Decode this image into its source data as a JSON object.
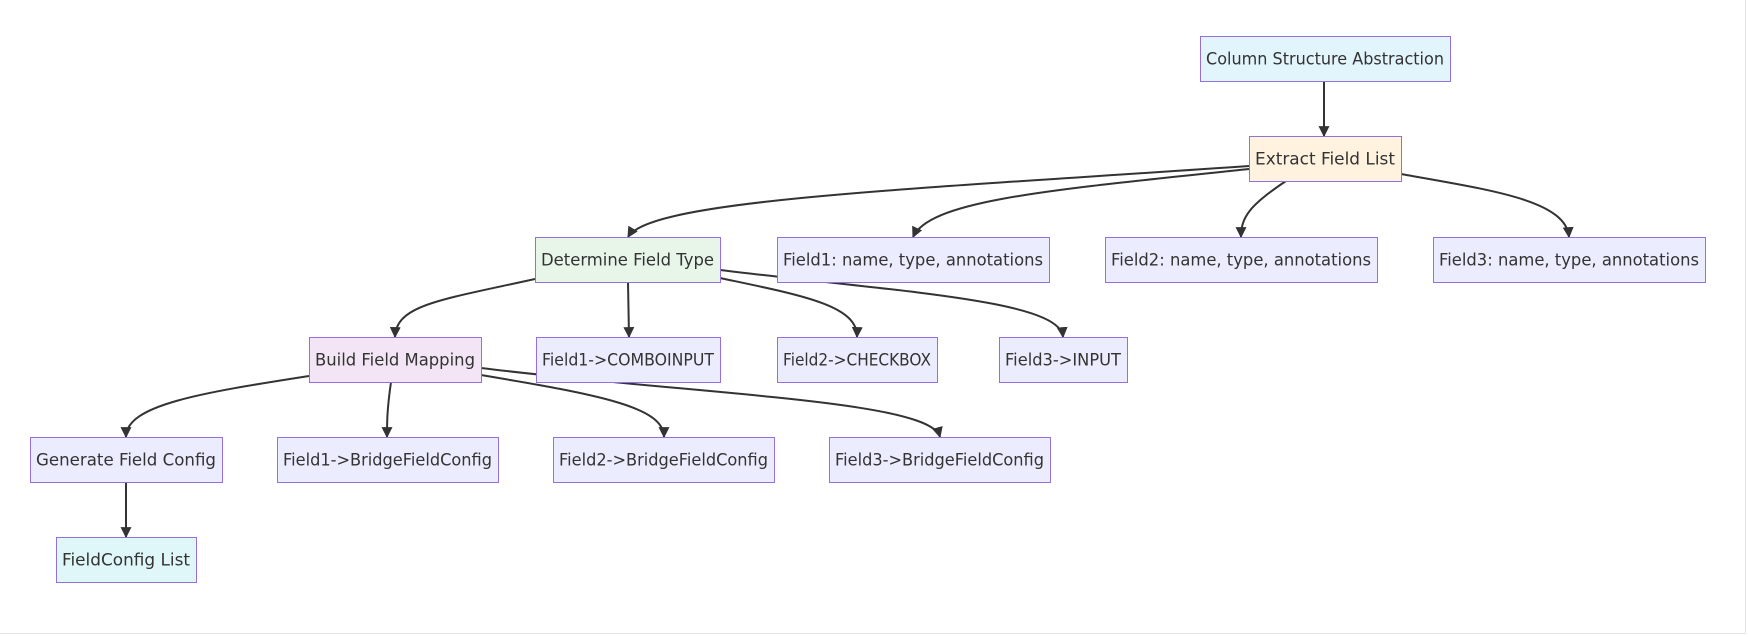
{
  "colors": {
    "edge": "#333333",
    "node_border": "#9370db",
    "node_default": "#ececff",
    "node_start": "#e3f5fc",
    "node_extract": "#fff3e0",
    "node_determine": "#e8f5e9",
    "node_build": "#f3e5f5",
    "node_end": "#e0f7fa",
    "text": "#333333"
  },
  "nodes": [
    {
      "id": "start",
      "label": "Column Structure Abstraction",
      "fill": "#e3f5fc"
    },
    {
      "id": "extract",
      "label": "Extract Field List",
      "fill": "#fff3e0"
    },
    {
      "id": "determine",
      "label": "Determine Field Type",
      "fill": "#e8f5e9"
    },
    {
      "id": "f1info",
      "label": "Field1: name, type, annotations",
      "fill": "#ececff"
    },
    {
      "id": "f2info",
      "label": "Field2: name, type, annotations",
      "fill": "#ececff"
    },
    {
      "id": "f3info",
      "label": "Field3: name, type, annotations",
      "fill": "#ececff"
    },
    {
      "id": "build",
      "label": "Build Field Mapping",
      "fill": "#f3e5f5"
    },
    {
      "id": "f1type",
      "label": "Field1->COMBOINPUT",
      "fill": "#ececff"
    },
    {
      "id": "f2type",
      "label": "Field2->CHECKBOX",
      "fill": "#ececff"
    },
    {
      "id": "f3type",
      "label": "Field3->INPUT",
      "fill": "#ececff"
    },
    {
      "id": "gen",
      "label": "Generate Field Config",
      "fill": "#ececff"
    },
    {
      "id": "f1cfg",
      "label": "Field1->BridgeFieldConfig",
      "fill": "#ececff"
    },
    {
      "id": "f2cfg",
      "label": "Field2->BridgeFieldConfig",
      "fill": "#ececff"
    },
    {
      "id": "f3cfg",
      "label": "Field3->BridgeFieldConfig",
      "fill": "#ececff"
    },
    {
      "id": "list",
      "label": "FieldConfig List",
      "fill": "#e0f7fa"
    }
  ],
  "edges": [
    {
      "from": "start",
      "to": "extract"
    },
    {
      "from": "extract",
      "to": "determine"
    },
    {
      "from": "extract",
      "to": "f1info"
    },
    {
      "from": "extract",
      "to": "f2info"
    },
    {
      "from": "extract",
      "to": "f3info"
    },
    {
      "from": "determine",
      "to": "build"
    },
    {
      "from": "determine",
      "to": "f1type"
    },
    {
      "from": "determine",
      "to": "f2type"
    },
    {
      "from": "determine",
      "to": "f3type"
    },
    {
      "from": "build",
      "to": "gen"
    },
    {
      "from": "build",
      "to": "f1cfg"
    },
    {
      "from": "build",
      "to": "f2cfg"
    },
    {
      "from": "build",
      "to": "f3cfg"
    },
    {
      "from": "gen",
      "to": "list"
    }
  ]
}
